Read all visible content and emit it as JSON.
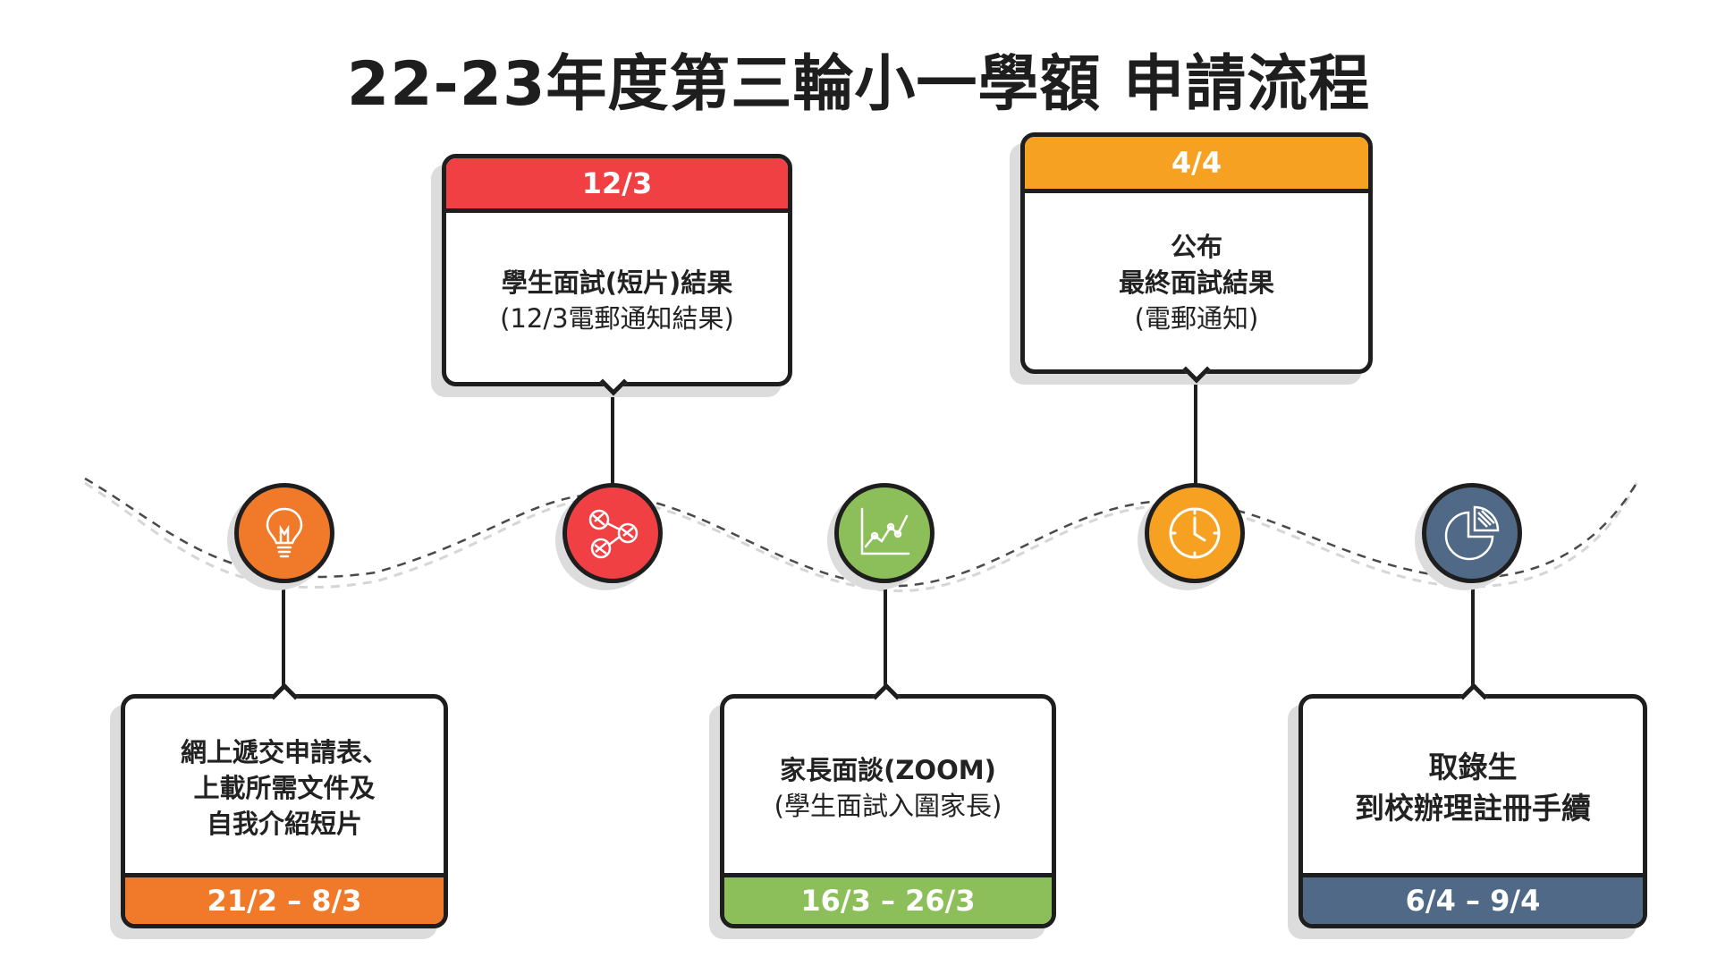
{
  "title": "22-23年度第三輪小一學額 申請流程",
  "colors": {
    "orange": "#f07a2a",
    "red": "#f04043",
    "green": "#8cbf5a",
    "amber": "#f6a122",
    "slate": "#4f6987"
  },
  "nodes": [
    {
      "icon": "lightbulb-icon",
      "color": "#f07a2a"
    },
    {
      "icon": "share-icon",
      "color": "#f04043"
    },
    {
      "icon": "line-chart-icon",
      "color": "#8cbf5a"
    },
    {
      "icon": "clock-icon",
      "color": "#f6a122"
    },
    {
      "icon": "pie-chart-icon",
      "color": "#4f6987"
    }
  ],
  "steps": [
    {
      "lines": [
        "網上遞交申請表、",
        "上載所需文件及",
        "自我介紹短片"
      ],
      "date": "21/2 – 8/3"
    },
    {
      "date": "12/3",
      "lines": [
        "學生面試(短片)結果",
        "(12/3電郵通知結果)"
      ]
    },
    {
      "lines": [
        "家長面談(ZOOM)",
        "(學生面試入圍家長)"
      ],
      "date": "16/3 – 26/3"
    },
    {
      "date": "4/4",
      "lines": [
        "公布",
        "最終面試結果",
        "(電郵通知)"
      ]
    },
    {
      "lines": [
        "取錄生",
        "到校辦理註冊手續"
      ],
      "date": "6/4 – 9/4"
    }
  ]
}
